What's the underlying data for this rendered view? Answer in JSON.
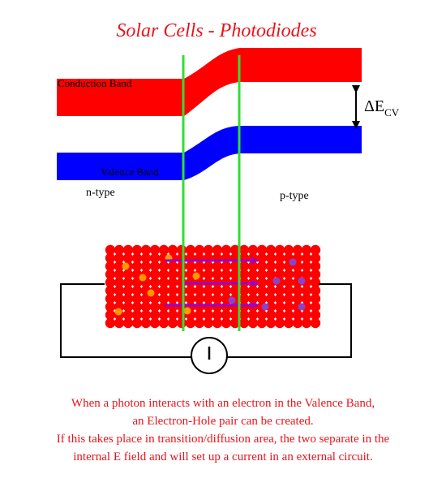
{
  "title": "Solar Cells - Photodiodes",
  "bands": {
    "conduction_label": "Conduction Band",
    "valence_label": "Valence Band",
    "conduction_color": "#ff0000",
    "valence_color": "#0000ff"
  },
  "regions": {
    "n_label": "n-type",
    "p_label": "p-type",
    "junction_line_color": "#33dd33"
  },
  "gap": {
    "symbol": "ΔE",
    "subscript": "CV"
  },
  "lattice": {
    "atom_color": "#ff0000",
    "electron_color": "#ff9900",
    "hole_color": "#8844cc",
    "arrow_color": "#9900cc"
  },
  "circuit": {
    "meter_icon": "ammeter-icon"
  },
  "caption": [
    "When a photon interacts with an electron in the Valence Band,",
    "an Electron-Hole pair can be created.",
    "If this takes place in transition/diffusion area, the two separate in the",
    "internal E field and will set up a current in an external circuit."
  ]
}
